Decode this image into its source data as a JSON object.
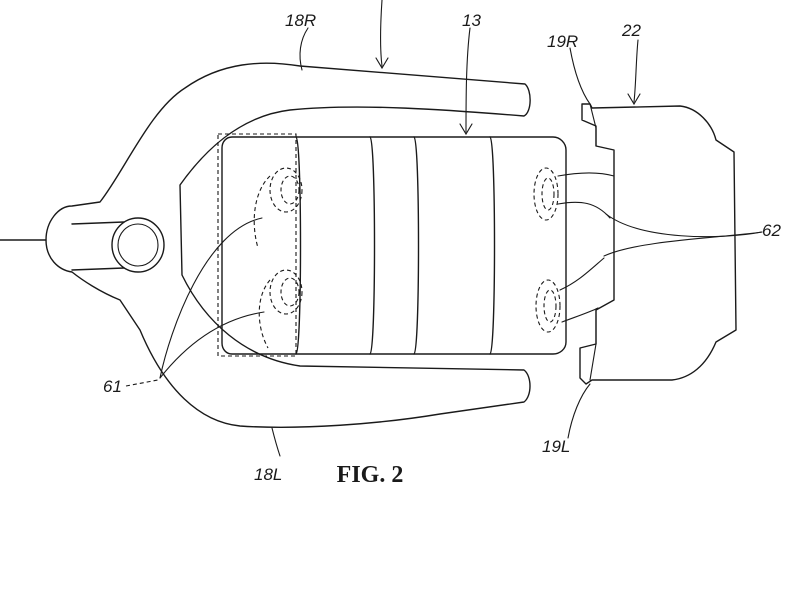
{
  "figure": {
    "caption": "FIG. 2",
    "labels": {
      "r18R": "18R",
      "r13": "13",
      "r19R": "19R",
      "r22": "22",
      "r62": "62",
      "r61": "61",
      "r19L": "19L",
      "r18L": "18L"
    }
  }
}
